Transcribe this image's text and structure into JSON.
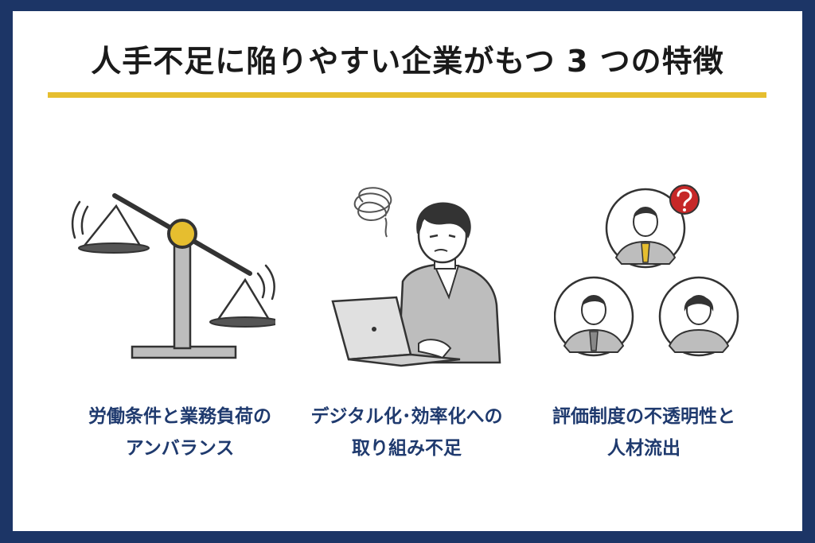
{
  "title": "人手不足に陥りやすい企業がもつ 3 つの特徴",
  "features": [
    {
      "icon": "balance-scale-icon",
      "line1": "労働条件と業務負荷の",
      "line2": "アンバランス"
    },
    {
      "icon": "stressed-worker-laptop-icon",
      "line1": "デジタル化･効率化への",
      "line2": "取り組み不足"
    },
    {
      "icon": "employees-question-icon",
      "line1": "評価制度の不透明性と",
      "line2": "人材流出"
    }
  ],
  "colors": {
    "background": "#1c3566",
    "accent": "#e6be2f",
    "caption": "#1f3a6e",
    "question_badge": "#c62828"
  }
}
